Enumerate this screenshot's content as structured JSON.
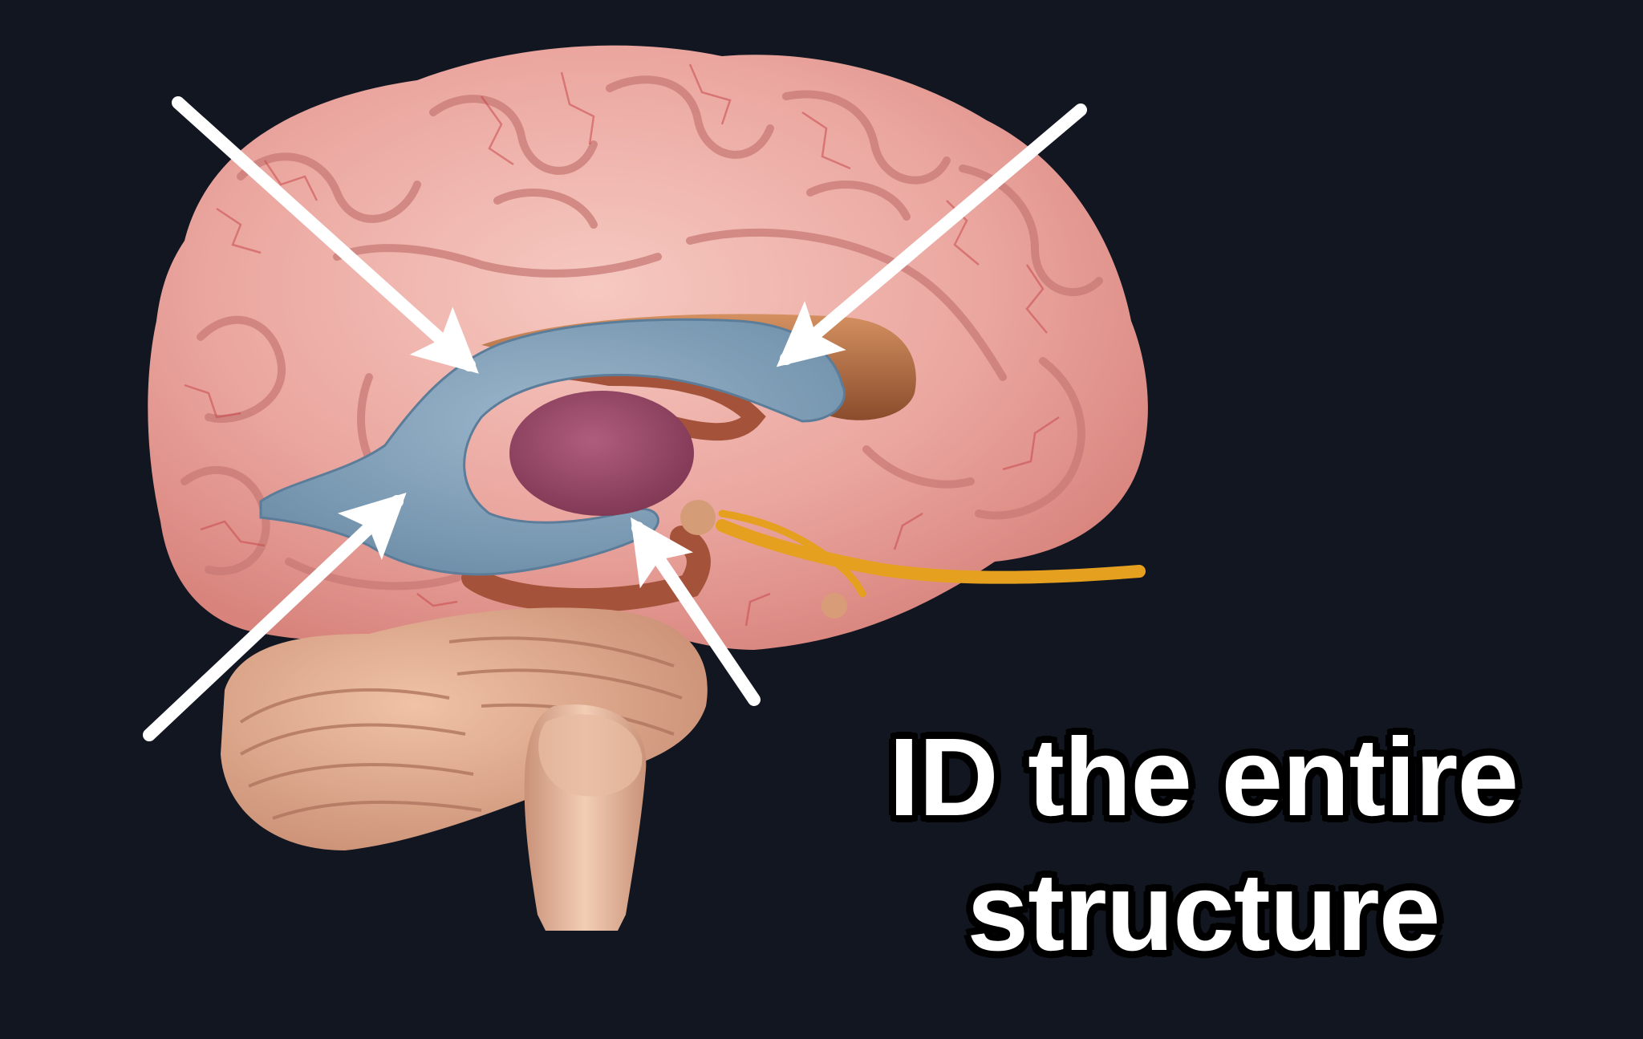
{
  "caption": {
    "line1": "ID the entire",
    "line2": "structure"
  },
  "illustration": {
    "subject": "brain-midsagittal-3d",
    "highlighted_structure_color": "#7f9fb8",
    "arrow_color": "#ffffff",
    "arrow_count": 4
  },
  "colors": {
    "background": "#111621",
    "cerebrum": "#e9a9a2",
    "vessels": "#c8484d",
    "ventricle": "#7f9fb8",
    "thalamus": "#9b4a68",
    "corpus_callosum": "#a35a3f",
    "cerebellum": "#d9a88c",
    "brainstem": "#e3b89c",
    "nerve": "#e5a020"
  }
}
